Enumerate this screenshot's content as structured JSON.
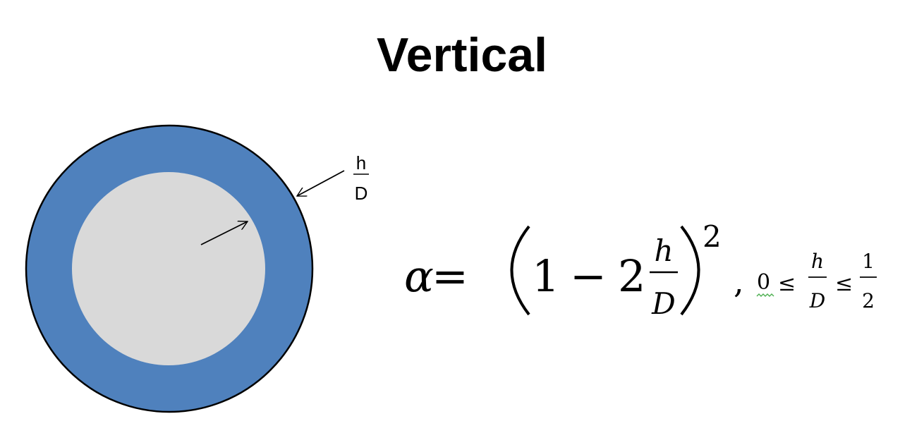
{
  "title": "Vertical",
  "colors": {
    "outer_ring": "#4f81bd",
    "inner_disk": "#d9d9d9",
    "outline": "#000000",
    "spellcheck": "#4caf50"
  },
  "diagram": {
    "fraction_label": {
      "numerator": "h",
      "denominator": "D"
    }
  },
  "formula": {
    "lhs": "α",
    "equals": "=",
    "one": "1",
    "minus": "−",
    "two": "2",
    "frac_num": "h",
    "frac_den": "D",
    "exponent": "2",
    "comma": ",",
    "zero": "0",
    "leq": "≤",
    "range_num": "h",
    "range_den": "D",
    "half_num": "1",
    "half_den": "2"
  }
}
